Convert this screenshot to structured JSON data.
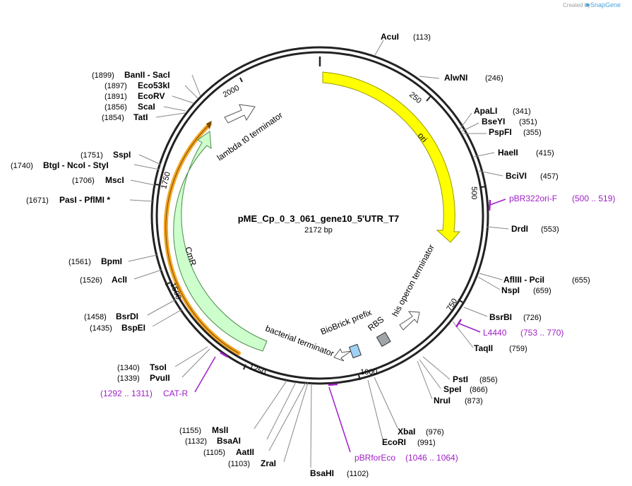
{
  "credit": {
    "prefix": "Created by",
    "brand": "SnapGene"
  },
  "plasmid": {
    "name": "pME_Cp_0_3_061_gene10_5'UTR_T7",
    "size_label": "2172 bp"
  },
  "ticks": [
    {
      "label": "250"
    },
    {
      "label": "500"
    },
    {
      "label": "750"
    },
    {
      "label": "1000"
    },
    {
      "label": "1250"
    },
    {
      "label": "1500"
    },
    {
      "label": "1750"
    },
    {
      "label": "2000"
    }
  ],
  "features": {
    "ori": "ori",
    "cmr": "CmR",
    "lambda": "lambda t0 terminator",
    "his": "his operon terminator",
    "bacterial": "bacterial terminator",
    "biobrick": "BioBrick prefix",
    "rbs": "RBS"
  },
  "enzymes_right": [
    {
      "name": "AcuI",
      "pos": "(113)"
    },
    {
      "name": "AlwNI",
      "pos": "(246)"
    },
    {
      "name": "ApaLI",
      "pos": "(341)"
    },
    {
      "name": "BseYI",
      "pos": "(351)"
    },
    {
      "name": "PspFI",
      "pos": "(355)"
    },
    {
      "name": "HaeII",
      "pos": "(415)"
    },
    {
      "name": "BciVI",
      "pos": "(457)"
    },
    {
      "name": "DrdI",
      "pos": "(553)"
    },
    {
      "name": "AflIII - PciI",
      "pos": "(655)"
    },
    {
      "name": "NspI",
      "pos": "(659)"
    },
    {
      "name": "BsrBI",
      "pos": "(726)"
    },
    {
      "name": "TaqII",
      "pos": "(759)"
    },
    {
      "name": "PstI",
      "pos": "(856)"
    },
    {
      "name": "SpeI",
      "pos": "(866)"
    },
    {
      "name": "NruI",
      "pos": "(873)"
    },
    {
      "name": "XbaI",
      "pos": "(976)"
    },
    {
      "name": "EcoRI",
      "pos": "(991)"
    },
    {
      "name": "BsaHI",
      "pos": "(1102)"
    }
  ],
  "enzymes_left": [
    {
      "name": "BanII - SacI",
      "pos": "(1899)"
    },
    {
      "name": "Eco53kI",
      "pos": "(1897)"
    },
    {
      "name": "EcoRV",
      "pos": "(1891)"
    },
    {
      "name": "ScaI",
      "pos": "(1856)"
    },
    {
      "name": "TatI",
      "pos": "(1854)"
    },
    {
      "name": "SspI",
      "pos": "(1751)"
    },
    {
      "name": "BtgI - NcoI - StyI",
      "pos": "(1740)"
    },
    {
      "name": "MscI",
      "pos": "(1706)"
    },
    {
      "name": "PasI - PflMI *",
      "pos": "(1671)"
    },
    {
      "name": "BpmI",
      "pos": "(1561)"
    },
    {
      "name": "AclI",
      "pos": "(1526)"
    },
    {
      "name": "BsrDI",
      "pos": "(1458)"
    },
    {
      "name": "BspEI",
      "pos": "(1435)"
    },
    {
      "name": "TsoI",
      "pos": "(1340)"
    },
    {
      "name": "PvuII",
      "pos": "(1339)"
    },
    {
      "name": "MslI",
      "pos": "(1155)"
    },
    {
      "name": "BsaAI",
      "pos": "(1132)"
    },
    {
      "name": "AatII",
      "pos": "(1105)"
    },
    {
      "name": "ZraI",
      "pos": "(1103)"
    }
  ],
  "primers": [
    {
      "name": "pBR322ori-F",
      "range": "(500 .. 519)"
    },
    {
      "name": "L4440",
      "range": "(753 .. 770)"
    },
    {
      "name": "CAT-R",
      "range": "(1292 .. 1311)"
    },
    {
      "name": "pBRforEco",
      "range": "(1046 .. 1064)"
    }
  ],
  "colors": {
    "ori": "#ffff00",
    "cmr": "#ccffcc",
    "orf_highlight": "#f5a623",
    "rbs": "#a0a4a8",
    "biobrick": "#9fd3f5",
    "primer": "#a01ec8"
  }
}
